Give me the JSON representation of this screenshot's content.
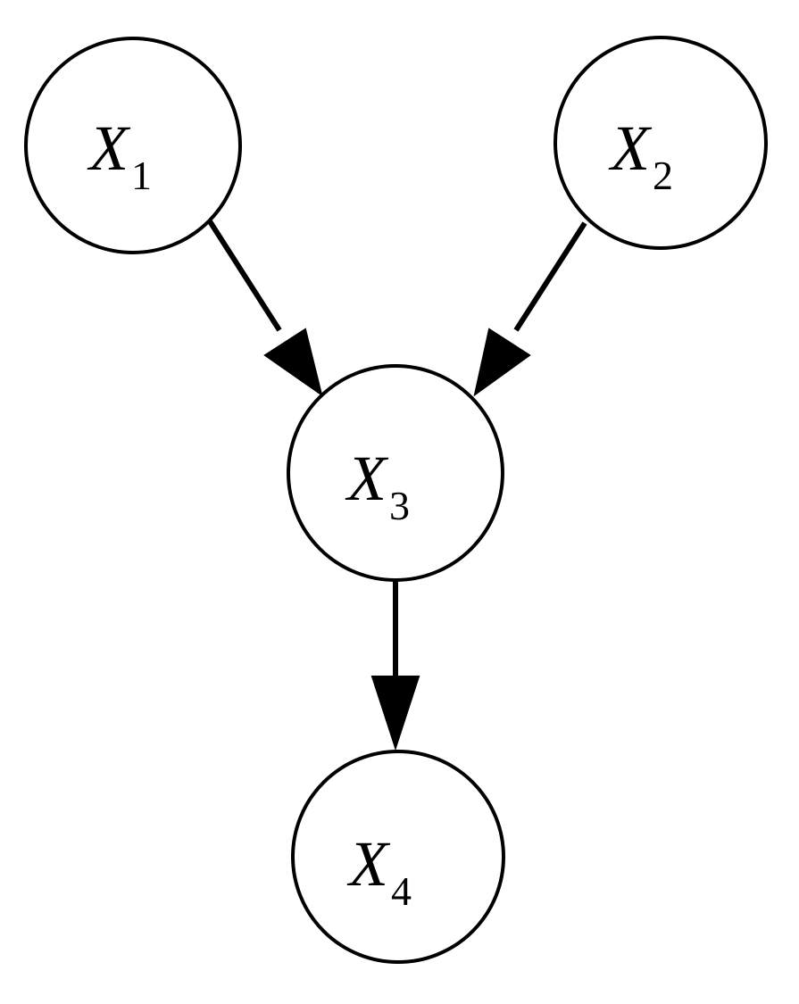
{
  "diagram": {
    "type": "directed-graph",
    "colors": {
      "background": "#ffffff",
      "stroke": "#000000",
      "node_fill": "#ffffff"
    },
    "nodes": [
      {
        "id": "x1",
        "var": "X",
        "sub": "1"
      },
      {
        "id": "x2",
        "var": "X",
        "sub": "2"
      },
      {
        "id": "x3",
        "var": "X",
        "sub": "3"
      },
      {
        "id": "x4",
        "var": "X",
        "sub": "4"
      }
    ],
    "edges": [
      {
        "from": "x1",
        "to": "x3"
      },
      {
        "from": "x2",
        "to": "x3"
      },
      {
        "from": "x3",
        "to": "x4"
      }
    ]
  }
}
